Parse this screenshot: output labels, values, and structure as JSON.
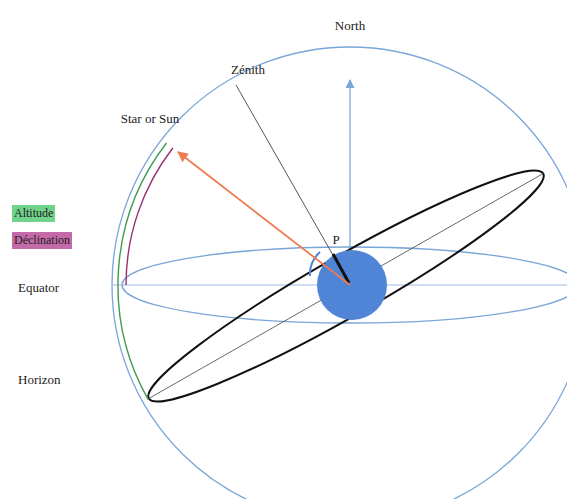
{
  "diagram": {
    "labels": [
      "North",
      "Zénith",
      "Star or Sun",
      "Equator",
      "Horizon",
      "P"
    ],
    "legend": [
      {
        "text": "Altitude",
        "color": "#6fd38b"
      },
      {
        "text": "Déclination",
        "color": "#c46aa8"
      }
    ]
  }
}
